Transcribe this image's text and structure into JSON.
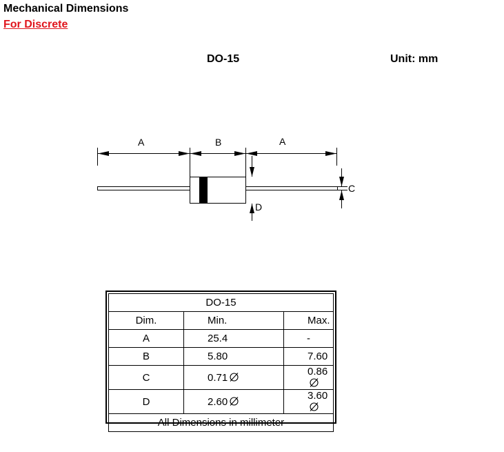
{
  "page": {
    "heading": "Mechanical Dimensions",
    "link": "For Discrete"
  },
  "drawing": {
    "package": "DO-15",
    "unit": "Unit: mm",
    "labels": {
      "lead_left": "A",
      "body": "B",
      "lead_right": "A",
      "lead_diameter": "C",
      "body_diameter": "D"
    }
  },
  "table": {
    "title": "DO-15",
    "headers": [
      "Dim.",
      "Min.",
      "Max."
    ],
    "rows": [
      {
        "dim": "A",
        "min": "25.4",
        "max": "-",
        "min_dia": false,
        "max_dia": false
      },
      {
        "dim": "B",
        "min": "5.80",
        "max": "7.60",
        "min_dia": false,
        "max_dia": false
      },
      {
        "dim": "C",
        "min": "0.71",
        "max": "0.86",
        "min_dia": true,
        "max_dia": true
      },
      {
        "dim": "D",
        "min": "2.60",
        "max": "3.60",
        "min_dia": true,
        "max_dia": true
      }
    ],
    "footer": "All Dimensions in millimeter"
  },
  "icons": {
    "diameter": "diameter-icon"
  },
  "colors": {
    "link": "#e0141c",
    "ink": "#000000"
  }
}
